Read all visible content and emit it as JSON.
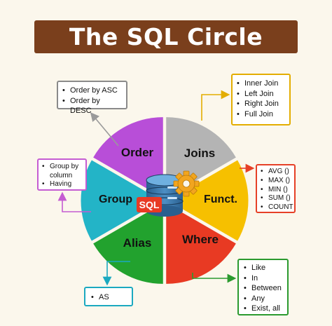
{
  "title": "The SQL Circle",
  "center_badge": "SQL",
  "colors": {
    "title_bg": "#7a3f1c",
    "order": "#b4b4b4",
    "joins": "#f6c000",
    "funct": "#e83a23",
    "where": "#22a22e",
    "alias": "#23b4c7",
    "group": "#b84ed8"
  },
  "segments": {
    "order": "Order",
    "joins": "Joins",
    "funct": "Funct.",
    "where": "Where",
    "alias": "Alias",
    "group": "Group"
  },
  "boxes": {
    "order": [
      "Order by ASC",
      "Order by DESC"
    ],
    "joins": [
      "Inner Join",
      "Left Join",
      "Right Join",
      "Full Join"
    ],
    "group": [
      "Group by column",
      "Having"
    ],
    "funct": [
      "AVG ()",
      "MAX ()",
      "MIN ()",
      "SUM ()",
      "COUNT"
    ],
    "alias": [
      "AS"
    ],
    "where": [
      "Like",
      "In",
      "Between",
      "Any",
      "Exist, all"
    ]
  },
  "icons": [
    "database-icon",
    "gear-icon"
  ]
}
